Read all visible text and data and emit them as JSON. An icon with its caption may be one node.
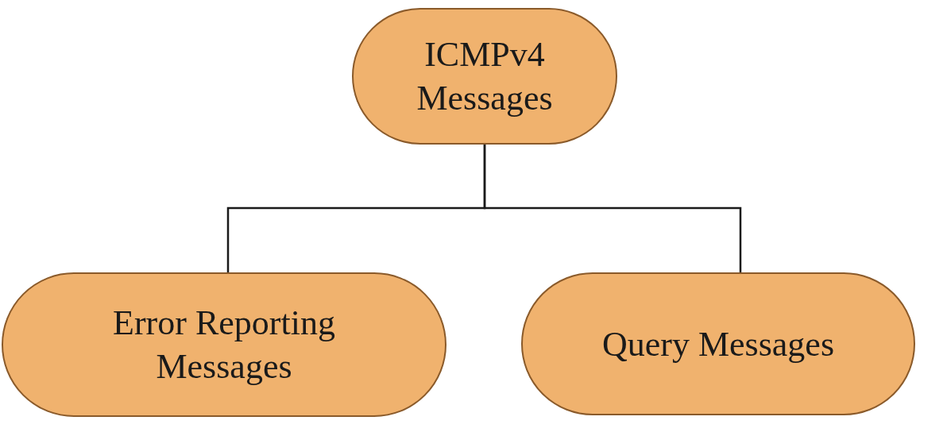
{
  "diagram": {
    "nodes": [
      {
        "text": [
          "ICMPv4 Messages"
        ]
      },
      {
        "text": [
          "Error Reporting Messages"
        ]
      },
      {
        "text": [
          "Query Messages"
        ]
      }
    ],
    "edges": [
      {
        "from": 0,
        "to": 1,
        "arrow": "none"
      },
      {
        "from": 0,
        "to": 2,
        "arrow": "none"
      }
    ]
  }
}
